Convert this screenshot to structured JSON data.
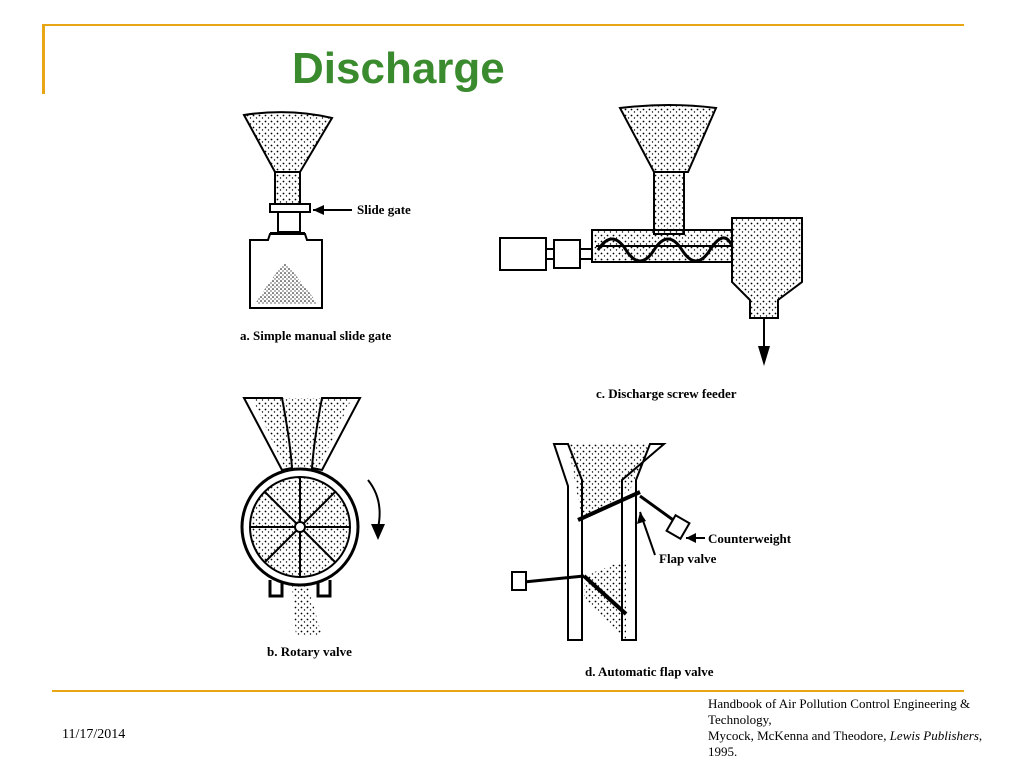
{
  "title": "Discharge",
  "labels": {
    "slide_gate": "Slide gate",
    "caption_a": "a. Simple manual slide gate",
    "caption_b": "b. Rotary valve",
    "caption_c": "c. Discharge screw feeder",
    "counterweight": "Counterweight",
    "flap_valve": "Flap valve",
    "caption_d": "d. Automatic flap valve"
  },
  "footer": {
    "date": "11/17/2014",
    "citation_line1": "Handbook of Air Pollution Control Engineering & Technology,",
    "citation_line2_prefix": "Mycock, McKenna and Theodore, ",
    "citation_italic1": "Lewis Publishers",
    "citation_suffix": ", 1995."
  },
  "colors": {
    "title": "#3a8a2e",
    "accent_line": "#e8a514"
  }
}
